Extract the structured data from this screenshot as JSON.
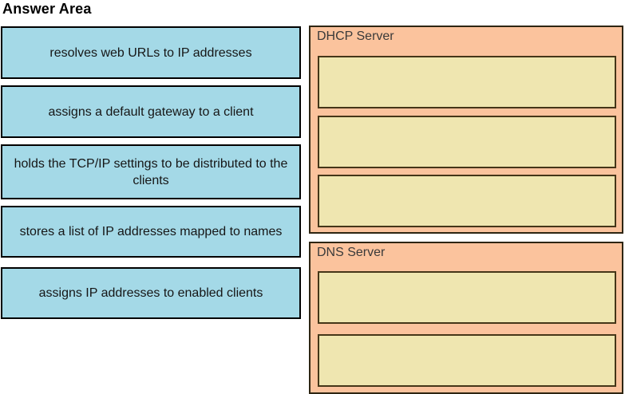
{
  "title": "Answer Area",
  "options": [
    {
      "label": "resolves web URLs to IP addresses"
    },
    {
      "label": "assigns a default gateway to a client"
    },
    {
      "label": "holds the TCP/IP settings to be distributed to the clients"
    },
    {
      "label": "stores a list of IP addresses mapped to names"
    },
    {
      "label": "assigns IP addresses to enabled clients"
    }
  ],
  "targets": [
    {
      "label": "DHCP Server",
      "slot_count": 3
    },
    {
      "label": "DNS Server",
      "slot_count": 2
    }
  ],
  "colors": {
    "option_fill": "#A4D9E7",
    "option_border": "#000000",
    "target_fill": "#FBC39D",
    "target_border": "#2E2512",
    "slot_fill": "#EFE6B0",
    "slot_border": "#453618"
  }
}
